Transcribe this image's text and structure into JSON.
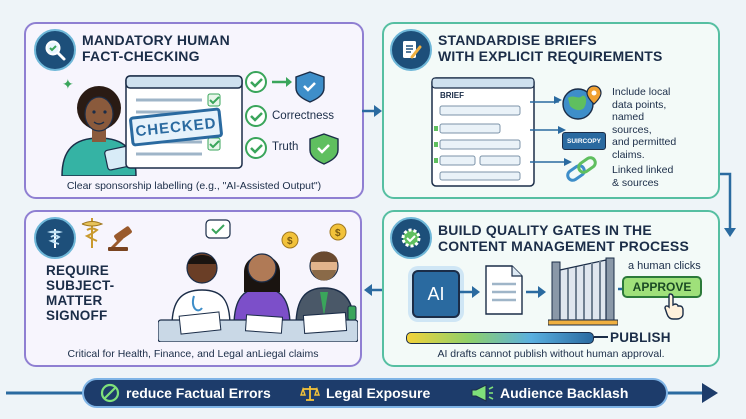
{
  "panel1": {
    "title_line1": "MANDATORY HUMAN",
    "title_line2": "FACT-CHECKING",
    "stamp": "CHECKED",
    "correctness": "Correctness",
    "truth": "Truth",
    "caption": "Clear sponsorship labelling (e.g., \"AI-Assisted Output\")"
  },
  "panel2": {
    "title_line1": "STANDARDISE BRIEFS",
    "title_line2": "WITH EXPLICIT REQUIREMENTS",
    "brief_label": "BRIEF",
    "sources_tag": "SUIRCOPY",
    "req_text": [
      "Include local",
      "data points,",
      "named",
      "sources,",
      "and permitted",
      "claims."
    ],
    "linked_text": [
      "Linked linked",
      "& sources"
    ]
  },
  "panel3": {
    "title_line1": "REQUIRE",
    "title_line2": "SUBJECT-",
    "title_line3": "MATTER",
    "title_line4": "SIGNOFF",
    "caption": "Critical for Health, Finance, and Legal anLiegal claims"
  },
  "panel4": {
    "title_line1": "BUILD QUALITY GATES IN THE",
    "title_line2": "CONTENT MANAGEMENT PROCESS",
    "ai_label": "AI",
    "human_clicks": "a human clicks",
    "approve": "APPROVE",
    "publish": "PUBLISH",
    "caption": "AI drafts cannot publish without human approval."
  },
  "bottom_bar": {
    "item1": "reduce Factual Errors",
    "item2": "Legal Exposure",
    "item3": "Audience Backlash"
  },
  "colors": {
    "navy": "#1d3c6b",
    "purple_border": "#8f7fd2",
    "teal_border": "#56bfa2",
    "check_green": "#3aa55b",
    "approve_green": "#9fe07a"
  }
}
